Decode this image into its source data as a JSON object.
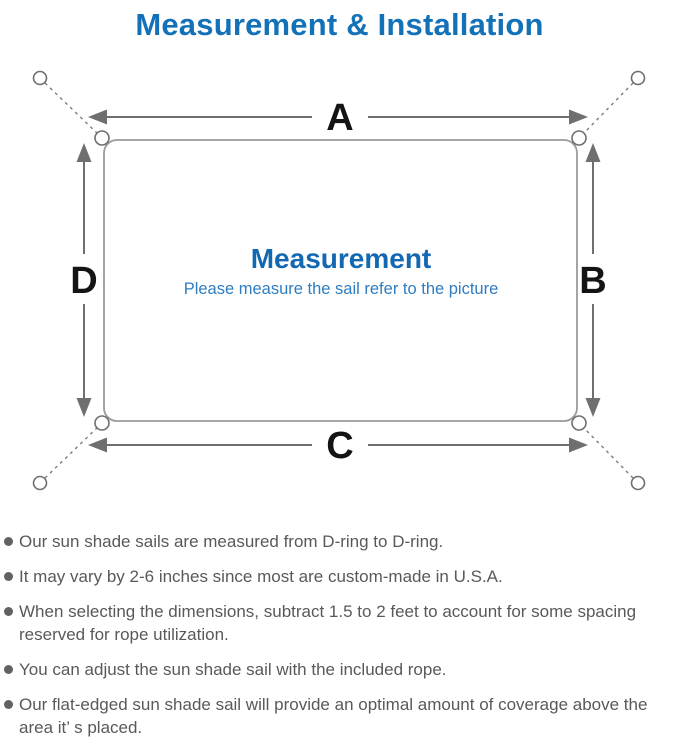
{
  "title": "Measurement & Installation",
  "diagram": {
    "labels": {
      "top": "A",
      "right": "B",
      "bottom": "C",
      "left": "D"
    },
    "center_title": "Measurement",
    "center_subtitle": "Please measure the sail refer to the picture"
  },
  "colors": {
    "heading_blue": "#1371b8",
    "center_title_blue": "#1269b2",
    "center_subtitle_blue": "#2e7dc1",
    "diagram_line_gray": "#6f6f6f",
    "sail_outline_gray": "#9b9b9b",
    "body_text_gray": "#595959"
  },
  "bullets": [
    "Our sun shade sails are measured from D-ring to D-ring.",
    "It may vary by 2-6 inches since most are custom-made in U.S.A.",
    "When selecting the dimensions, subtract 1.5 to 2 feet to account for some spacing reserved for rope utilization.",
    "You can adjust the sun shade sail with the included rope.",
    "Our flat-edged sun shade sail will provide an optimal amount of coverage above the area it’ s placed."
  ]
}
